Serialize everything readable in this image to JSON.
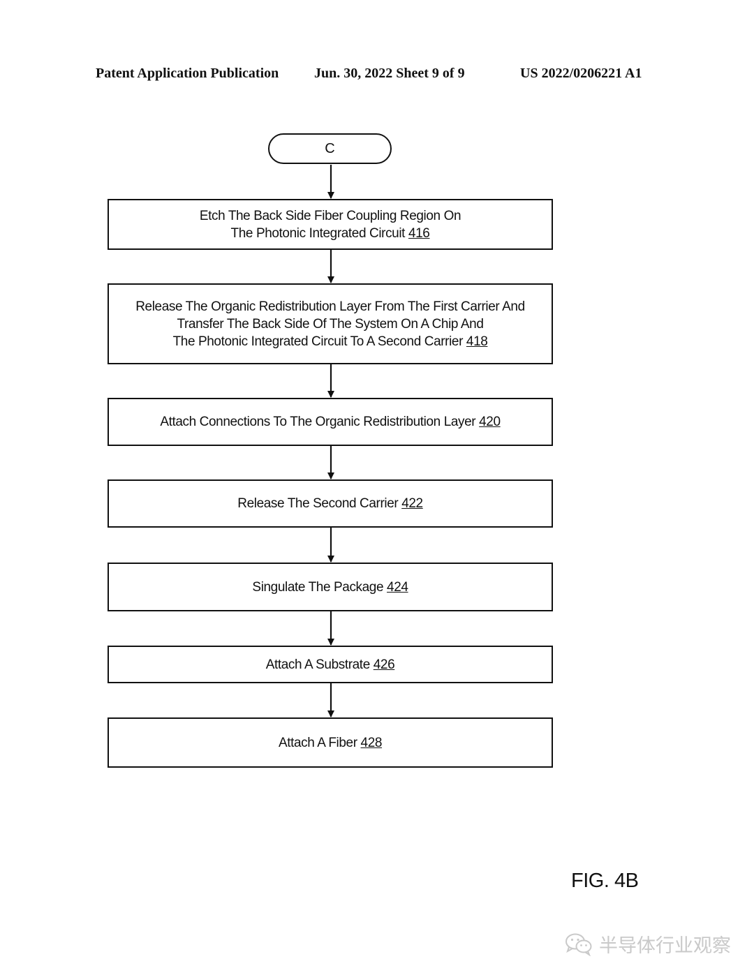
{
  "header": {
    "left": "Patent Application Publication",
    "middle": "Jun. 30, 2022  Sheet 9 of 9",
    "right": "US 2022/0206221 A1"
  },
  "connector": {
    "label": "C"
  },
  "steps": [
    {
      "lines": [
        "Etch The Back Side Fiber Coupling Region On",
        "The Photonic Integrated Circuit"
      ],
      "ref": "416"
    },
    {
      "lines": [
        "Release The Organic Redistribution Layer From The First Carrier And",
        "Transfer The Back Side Of The System On A Chip And",
        "The Photonic Integrated Circuit To A Second Carrier"
      ],
      "ref": "418"
    },
    {
      "lines": [
        "Attach Connections To The Organic Redistribution Layer"
      ],
      "ref": "420"
    },
    {
      "lines": [
        "Release The Second Carrier"
      ],
      "ref": "422"
    },
    {
      "lines": [
        "Singulate The Package"
      ],
      "ref": "424"
    },
    {
      "lines": [
        "Attach A Substrate"
      ],
      "ref": "426"
    },
    {
      "lines": [
        "Attach A Fiber"
      ],
      "ref": "428"
    }
  ],
  "figure_label": "FIG. 4B",
  "watermark": {
    "text": "半导体行业观察",
    "icon": "wechat-icon"
  }
}
